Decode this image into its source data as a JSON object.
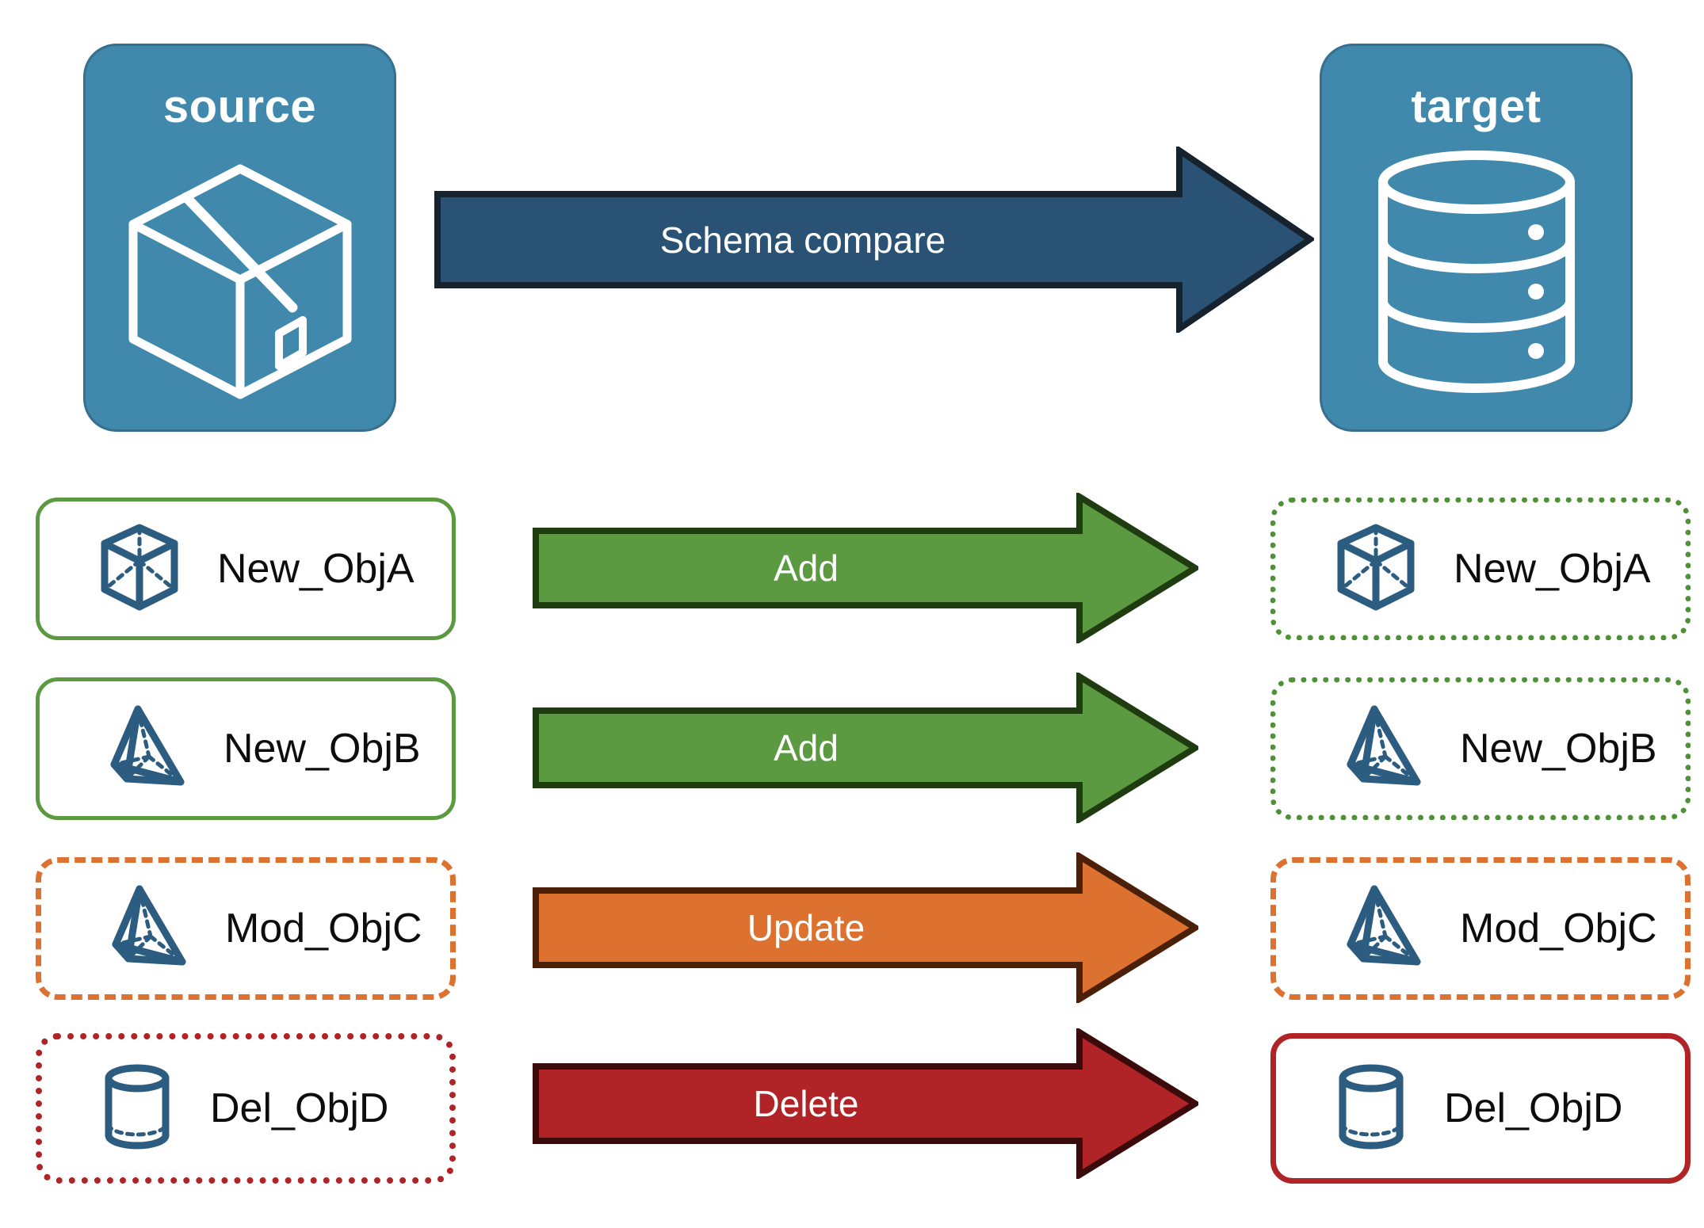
{
  "diagram": {
    "title_source": "source",
    "title_target": "target",
    "compare_arrow_label": "Schema compare"
  },
  "colors": {
    "panel_fill": "#4189AC",
    "panel_stroke": "#36708E",
    "compare_arrow_fill": "#2A5274",
    "compare_arrow_stroke": "#16222E",
    "add_fill": "#5B9A41",
    "add_stroke": "#1E3C10",
    "update_fill": "#DD7230",
    "update_stroke": "#4A2108",
    "delete_fill": "#B02327",
    "delete_stroke": "#3B0B0C",
    "object_icon": "#2C5C7F",
    "object_label": "#0D0D0D",
    "green_border": "#5B9A41",
    "orange_border": "#DD7230",
    "red_border": "#B02327"
  },
  "endpoints": {
    "source": {
      "label": "source",
      "icon": "package-box-icon"
    },
    "target": {
      "label": "target",
      "icon": "database-cylinder-icon"
    }
  },
  "rows": [
    {
      "action": "Add",
      "arrow_color": "#5B9A41",
      "source": {
        "label": "New_ObjA",
        "icon": "wireframe-cube-icon",
        "border": "solid-green"
      },
      "target": {
        "label": "New_ObjA",
        "icon": "wireframe-cube-icon",
        "border": "dotted-green"
      }
    },
    {
      "action": "Add",
      "arrow_color": "#5B9A41",
      "source": {
        "label": "New_ObjB",
        "icon": "wireframe-pyramid-icon",
        "border": "solid-green"
      },
      "target": {
        "label": "New_ObjB",
        "icon": "wireframe-pyramid-icon",
        "border": "dotted-green"
      }
    },
    {
      "action": "Update",
      "arrow_color": "#DD7230",
      "source": {
        "label": "Mod_ObjC",
        "icon": "wireframe-pyramid-icon",
        "border": "dashed-orange"
      },
      "target": {
        "label": "Mod_ObjC",
        "icon": "wireframe-pyramid-icon",
        "border": "dashed-orange"
      }
    },
    {
      "action": "Delete",
      "arrow_color": "#B02327",
      "source": {
        "label": "Del_ObjD",
        "icon": "wireframe-cylinder-icon",
        "border": "dotted-red"
      },
      "target": {
        "label": "Del_ObjD",
        "icon": "wireframe-cylinder-icon",
        "border": "solid-red"
      }
    }
  ]
}
